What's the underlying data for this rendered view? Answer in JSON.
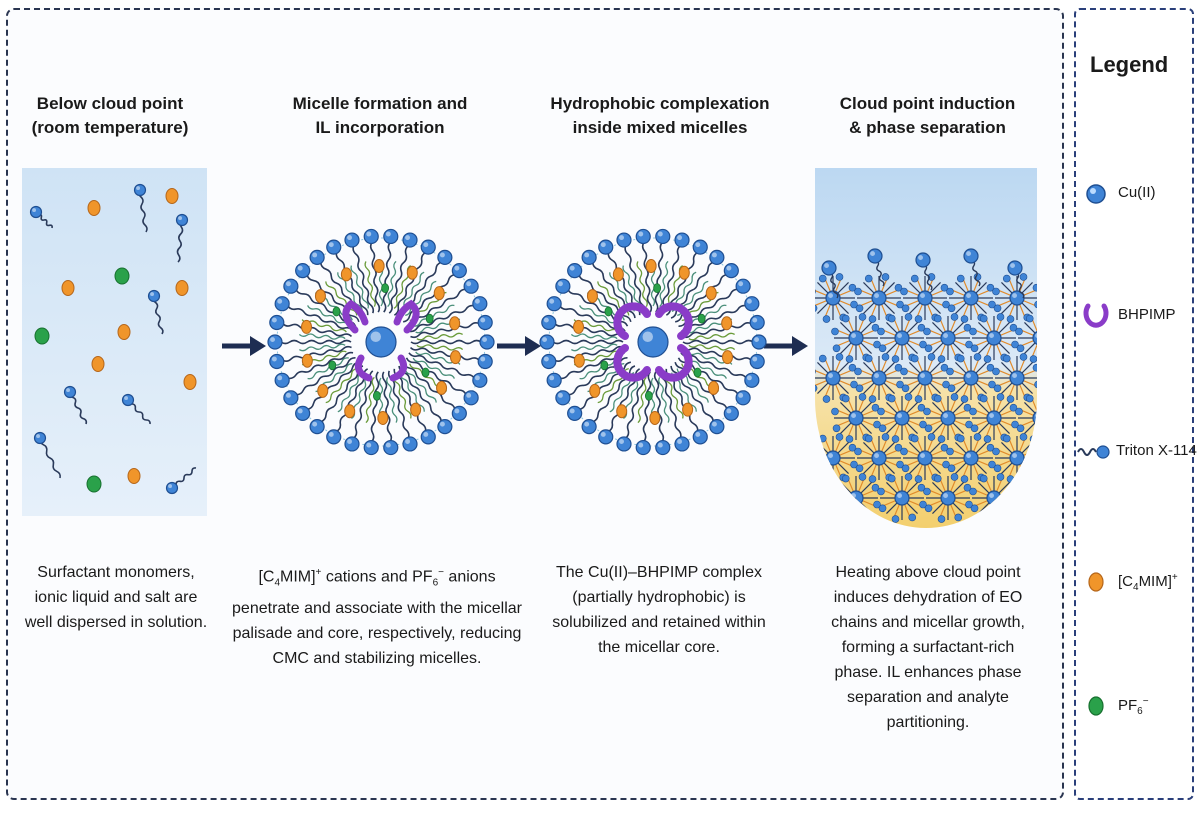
{
  "stages": [
    {
      "title": "Below cloud point\n(room temperature)",
      "desc_html": "Surfactant monomers, ionic liquid and salt are well dispersed in solution."
    },
    {
      "title": "Micelle formation and\nIL incorporation",
      "desc_html": "[C<sub>4</sub>MIM]<sup>+</sup> cations and PF<sub>6</sub><sup>−</sup> anions penetrate and associate with the micellar palisade and core, respectively, reducing CMC and stabilizing micelles."
    },
    {
      "title": "Hydrophobic complexation\ninside mixed micelles",
      "desc_html": "The Cu(II)–BHPIMP complex (partially hydrophobic) is solubilized and retained within the micellar core."
    },
    {
      "title": "Cloud point induction\n& phase separation",
      "desc_html": "Heating above cloud point induces dehydration of EO chains and micellar growth, forming a surfactant-rich phase. IL enhances phase separation and analyte partitioning."
    }
  ],
  "legend": {
    "title": "Legend",
    "items": [
      {
        "key": "cu",
        "label_html": "Cu(II)"
      },
      {
        "key": "bhpimp",
        "label_html": "BHPIMP"
      },
      {
        "key": "triton",
        "label_html": "Triton X-114"
      },
      {
        "key": "c4mim",
        "label_html": "[C<sub>4</sub>MIM]<sup>+</sup>"
      },
      {
        "key": "pf6",
        "label_html": "PF<sub>6</sub><sup>−</sup>"
      }
    ]
  },
  "colors": {
    "cu": "#3f84d6",
    "c4mim": "#f0952a",
    "pf6": "#2aa14a",
    "bhpimp": "#8a3cc8",
    "chain": "#2a3a5a",
    "arrow": "#1e2d52",
    "border": "#2a3550"
  }
}
